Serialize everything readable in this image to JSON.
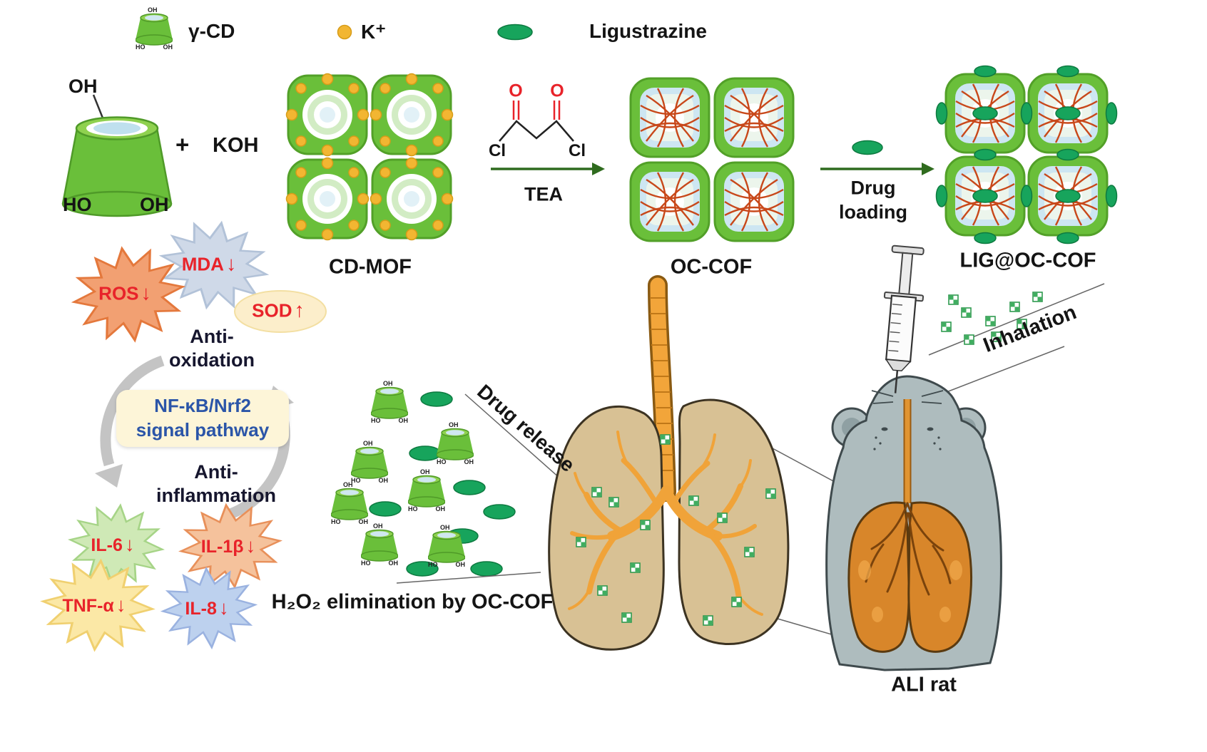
{
  "legend": {
    "gamma_cd": "γ-CD",
    "k": "K⁺",
    "ligustrazine": "Ligustrazine"
  },
  "synthesis": {
    "cd": {
      "oh_top": "OH",
      "ho": "HO",
      "oh": "OH"
    },
    "plus": "+",
    "koh": "KOH",
    "cd_mof": "CD-MOF",
    "reagent": {
      "o_left": "O",
      "o_right": "O",
      "cl_left": "Cl",
      "cl_right": "Cl",
      "tea": "TEA"
    },
    "oc_cof": "OC-COF",
    "drug_loading_line1": "Drug",
    "drug_loading_line2": "loading",
    "lig_oc_cof": "LIG@OC-COF"
  },
  "mini_cd": {
    "oh_top": "OH",
    "ho": "HO",
    "oh": "OH"
  },
  "bio": {
    "mda": {
      "label": "MDA",
      "arrow": "↓"
    },
    "ros": {
      "label": "ROS",
      "arrow": "↓"
    },
    "sod": {
      "label": "SOD",
      "arrow": "↑"
    },
    "anti_oxidation_1": "Anti-",
    "anti_oxidation_2": "oxidation",
    "pathway_line1": "NF-κB/Nrf2",
    "pathway_line2": "signal pathway",
    "anti_inflammation_1": "Anti-",
    "anti_inflammation_2": "inflammation",
    "il6": {
      "label": "IL-6",
      "arrow": "↓"
    },
    "il1b": {
      "label": "IL-1β",
      "arrow": "↓"
    },
    "tnfa": {
      "label": "TNF-α",
      "arrow": "↓"
    },
    "il8": {
      "label": "IL-8",
      "arrow": "↓"
    }
  },
  "release": {
    "drug_release": "Drug release",
    "h2o2": "H₂O₂ elimination by OC-COF"
  },
  "animal": {
    "inhalation": "Inhalation",
    "ali_rat": "ALI rat"
  },
  "colors": {
    "cd_green": "#6abf3a",
    "dot_yellow": "#f2b632",
    "ligustrazine_green": "#17a45c",
    "net_red": "#c8481a",
    "arrow_green": "#2f6b1e",
    "marker_red": "#e8232a",
    "pathway_blue": "#2b55a8",
    "pathway_bg": "#fdf5d8",
    "lung_tan": "#d8c194",
    "airway_orange": "#f0a339",
    "rat_gray": "#aebcbe"
  }
}
